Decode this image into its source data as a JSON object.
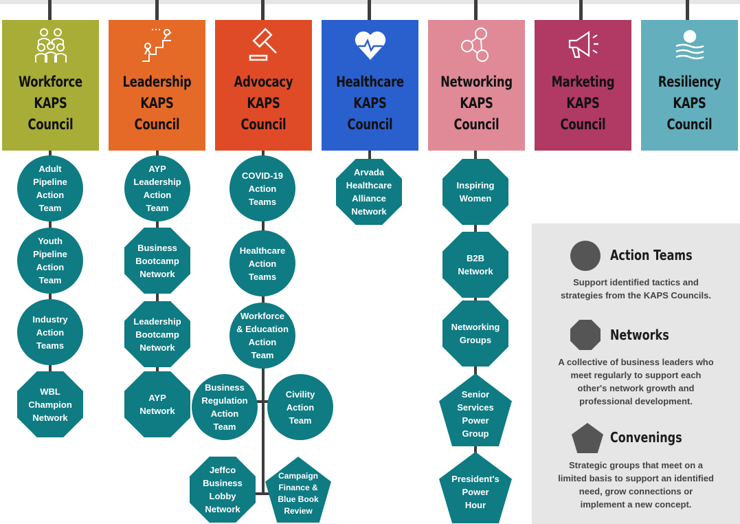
{
  "councils": [
    {
      "line1": "Workforce",
      "line2": "KAPS",
      "line3": "Council",
      "color": "#a8ad37",
      "icon": "people-group-icon"
    },
    {
      "line1": "Leadership",
      "line2": "KAPS",
      "line3": "Council",
      "color": "#e56a28",
      "icon": "leadership-stairs-icon"
    },
    {
      "line1": "Advocacy",
      "line2": "KAPS",
      "line3": "Council",
      "color": "#e04b27",
      "icon": "gavel-icon"
    },
    {
      "line1": "Healthcare",
      "line2": "KAPS",
      "line3": "Council",
      "color": "#2a5fce",
      "icon": "heartbeat-icon"
    },
    {
      "line1": "Networking",
      "line2": "KAPS",
      "line3": "Council",
      "color": "#e08a98",
      "icon": "network-people-icon"
    },
    {
      "line1": "Marketing",
      "line2": "KAPS",
      "line3": "Council",
      "color": "#b03a64",
      "icon": "megaphone-icon"
    },
    {
      "line1": "Resiliency",
      "line2": "KAPS",
      "line3": "Council",
      "color": "#63afbd",
      "icon": "person-waves-icon"
    }
  ],
  "workforce": [
    {
      "l1": "Adult",
      "l2": "Pipeline",
      "l3": "Action",
      "l4": "Team"
    },
    {
      "l1": "Youth",
      "l2": "Pipeline",
      "l3": "Action",
      "l4": "Team"
    },
    {
      "l1": "Industry",
      "l2": "Action",
      "l3": "Teams"
    },
    {
      "l1": "WBL",
      "l2": "Champion",
      "l3": "Network"
    }
  ],
  "leadership": [
    {
      "l1": "AYP",
      "l2": "Leadership",
      "l3": "Action",
      "l4": "Team"
    },
    {
      "l1": "Business",
      "l2": "Bootcamp",
      "l3": "Network"
    },
    {
      "l1": "Leadership",
      "l2": "Bootcamp",
      "l3": "Network"
    },
    {
      "l1": "AYP",
      "l2": "Network"
    }
  ],
  "advocacy": [
    {
      "l1": "COVID-19",
      "l2": "Action",
      "l3": "Teams"
    },
    {
      "l1": "Healthcare",
      "l2": "Action",
      "l3": "Teams"
    },
    {
      "l1": "Workforce",
      "l2": "& Education",
      "l3": "Action",
      "l4": "Team"
    },
    {
      "l1": "Business",
      "l2": "Regulation",
      "l3": "Action",
      "l4": "Team"
    },
    {
      "l1": "Civility",
      "l2": "Action",
      "l3": "Team"
    },
    {
      "l1": "Jeffco",
      "l2": "Business",
      "l3": "Lobby",
      "l4": "Network"
    },
    {
      "l1": "Campaign",
      "l2": "Finance &",
      "l3": "Blue Book",
      "l4": "Review"
    }
  ],
  "healthcare": [
    {
      "l1": "Arvada",
      "l2": "Healthcare",
      "l3": "Alliance",
      "l4": "Network"
    }
  ],
  "networking": [
    {
      "l1": "Inspiring",
      "l2": "Women"
    },
    {
      "l1": "B2B",
      "l2": "Network"
    },
    {
      "l1": "Networking",
      "l2": "Groups"
    },
    {
      "l1": "Senior",
      "l2": "Services",
      "l3": "Power",
      "l4": "Group"
    },
    {
      "l1": "President's",
      "l2": "Power",
      "l3": "Hour"
    }
  ],
  "legend": {
    "action_title": "Action Teams",
    "action_l1": "Support identified tactics and",
    "action_l2": "strategies from the KAPS Councils.",
    "network_title": "Networks",
    "network_l1": "A collective of business leaders who",
    "network_l2": "meet regularly to support each",
    "network_l3": "other's network growth and",
    "network_l4": "professional development.",
    "convening_title": "Convenings",
    "convening_l1": "Strategic groups that meet on a",
    "convening_l2": "limited basis to support an identified",
    "convening_l3": "need, grow connections or",
    "convening_l4": "implement a new concept.",
    "shape_color": "#555555",
    "bg_color": "#e6e6e6"
  },
  "node_color": "#0f7b83"
}
